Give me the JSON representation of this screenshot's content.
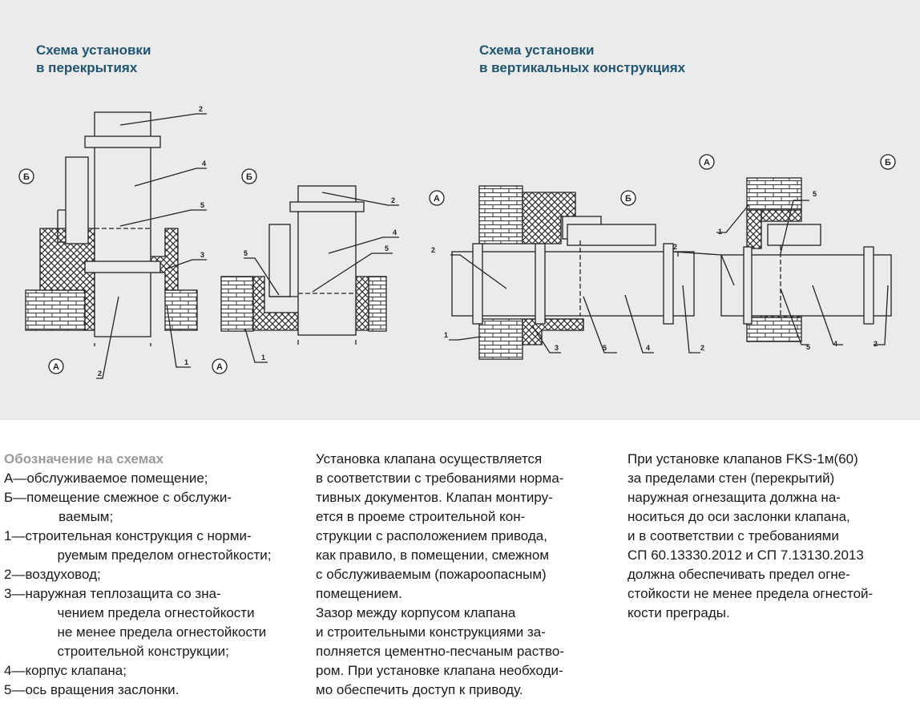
{
  "titles": {
    "floor": [
      "Схема установки",
      "в перекрытиях"
    ],
    "wall": [
      "Схема установки",
      "в вертикальных конструкциях"
    ]
  },
  "markers": {
    "a": "А",
    "b": "Б"
  },
  "callouts": {
    "n1": "1",
    "n2": "2",
    "n3": "3",
    "n4": "4",
    "n5": "5"
  },
  "legend": {
    "heading": "Обозначение на схемах",
    "items": [
      {
        "key": "А",
        "text": [
          "обслуживаемое помещение;"
        ]
      },
      {
        "key": "Б",
        "text": [
          "помещение смежное с обслужи-",
          "ваемым;"
        ]
      },
      {
        "key": "1",
        "text": [
          "строительная конструкция с норми-",
          "руемым пределом огнестойкости;"
        ]
      },
      {
        "key": "2",
        "text": [
          "воздуховод;"
        ]
      },
      {
        "key": "3",
        "text": [
          "наружная теплозащита со зна-",
          "чением предела огнестойкости",
          "не менее предела огнестойкости",
          "строительной конструкции;"
        ]
      },
      {
        "key": "4",
        "text": [
          "корпус клапана;"
        ]
      },
      {
        "key": "5",
        "text": [
          "ось вращения заслонки."
        ]
      }
    ]
  },
  "column2": [
    "Установка клапана осуществляется",
    "в соответствии с требованиями норма-",
    "тивных документов. Клапан монтиру-",
    "ется в проеме строительной кон-",
    "струкции с расположением привода,",
    "как правило, в помещении, смежном",
    "с обслуживаемым (пожароопасным)",
    "помещением.",
    "Зазор между корпусом клапана",
    "и строительными конструкциями за-",
    "полняется цементно-песчаным раство-",
    "ром. При установке клапана необходи-",
    "мо обеспечить доступ к приводу."
  ],
  "column3": [
    "При установке клапанов FKS-1м(60)",
    "за пределами стен (перекрытий)",
    "наружная огнезащита должна на-",
    "носиться до оси заслонки клапана,",
    "и в соответствии с требованиями",
    "СП 60.13330.2012 и СП 7.13130.2013",
    "должна обеспечивать предел огне-",
    "стойкости не менее предела огнестой-",
    "кости преграды."
  ]
}
